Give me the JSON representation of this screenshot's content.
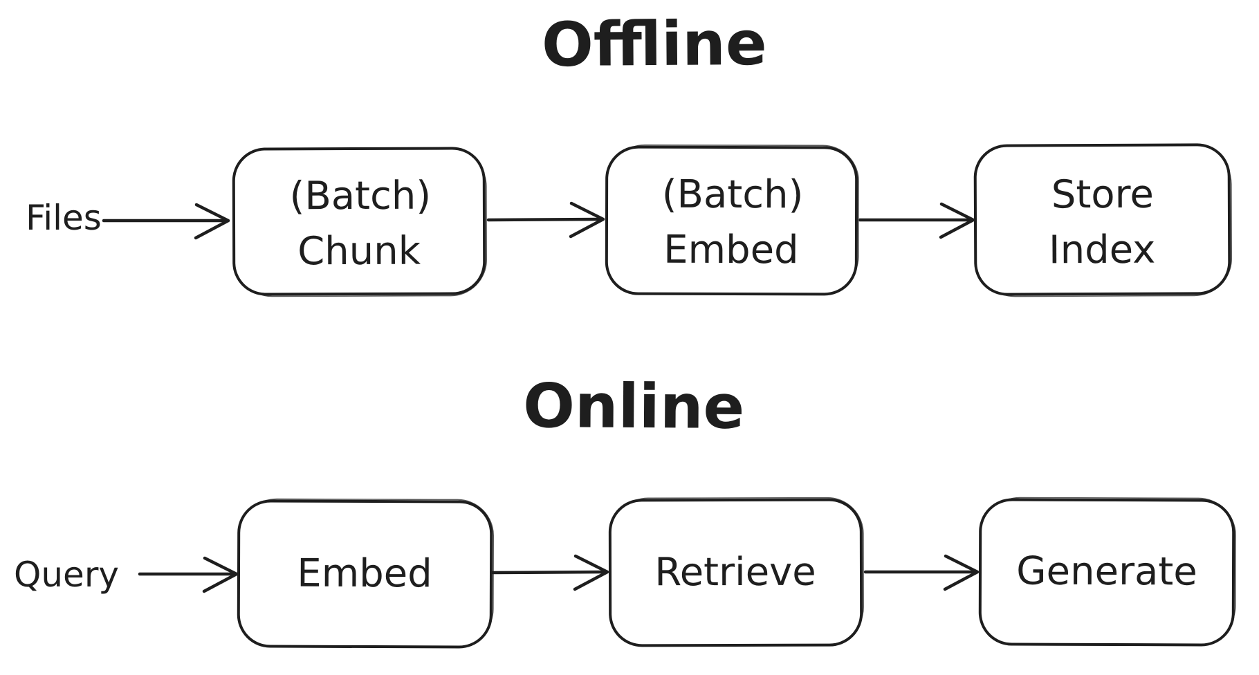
{
  "canvas": {
    "background": "#ffffff",
    "ink": "#1e1e1e"
  },
  "offline": {
    "title": "Offline",
    "source_label": "Files",
    "nodes": [
      {
        "line1": "(Batch)",
        "line2": "Chunk"
      },
      {
        "line1": "(Batch)",
        "line2": "Embed"
      },
      {
        "line1": "Store",
        "line2": "Index"
      }
    ]
  },
  "online": {
    "title": "Online",
    "source_label": "Query",
    "nodes": [
      {
        "label": "Embed"
      },
      {
        "label": "Retrieve"
      },
      {
        "label": "Generate"
      }
    ]
  }
}
